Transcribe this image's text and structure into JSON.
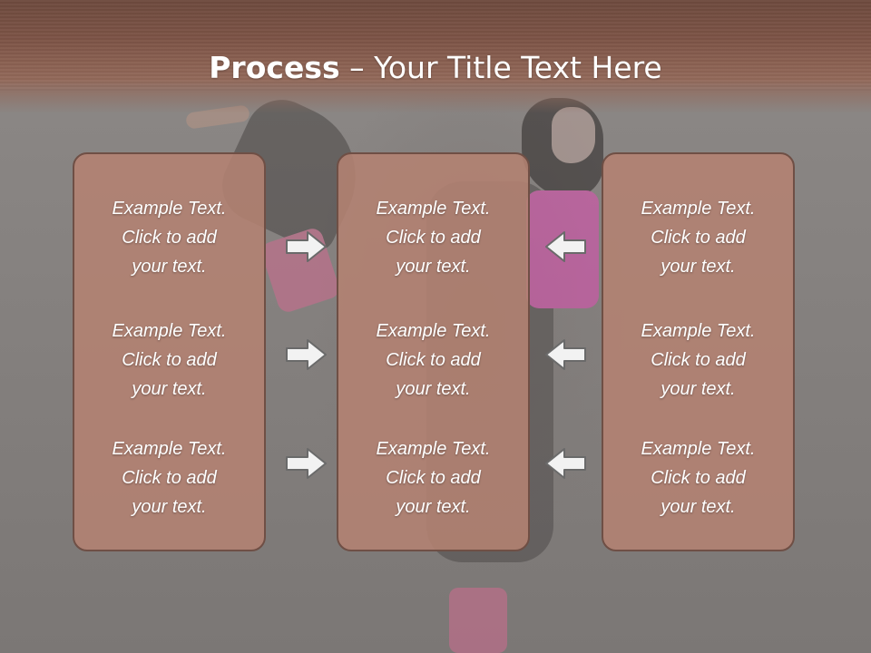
{
  "slide": {
    "title_bold": "Process",
    "title_rest": " – Your Title Text Here"
  },
  "columns": [
    {
      "items": [
        "Example Text.\nClick  to add\nyour text.",
        "Example Text.\nClick  to add\nyour text.",
        "Example Text.\nClick  to add\nyour text."
      ]
    },
    {
      "items": [
        "Example Text.\nClick  to add\nyour text.",
        "Example Text.\nClick  to add\nyour text.",
        "Example Text.\nClick  to add\nyour text."
      ]
    },
    {
      "items": [
        "Example Text.\nClick  to add\nyour text.",
        "Example Text.\nClick  to add\nyour text.",
        "Example Text.\nClick  to add\nyour text."
      ]
    }
  ],
  "arrows": {
    "left_column": [
      "right-arrow-icon",
      "right-arrow-icon",
      "right-arrow-icon"
    ],
    "right_column": [
      "left-arrow-icon",
      "left-arrow-icon",
      "left-arrow-icon"
    ]
  },
  "colors": {
    "header": "#7d5446",
    "box_fill": "#b48272",
    "box_border": "#6f4f45",
    "text": "#ffffff",
    "arrow_fill": "#f2f2f2",
    "arrow_stroke": "#6a6a6a"
  }
}
